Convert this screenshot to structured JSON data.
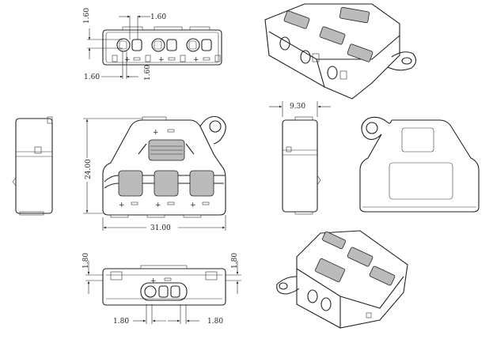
{
  "drawing": {
    "title": "Connector technical drawing",
    "dimensions": {
      "top_view_height": "1.60",
      "top_view_pitch": "1.60",
      "top_view_left": "1.60",
      "top_view_vertical": "1.60",
      "side_depth": "9.30",
      "front_height": "24.00",
      "front_width": "31.00",
      "bottom_left_vertical": "1.80",
      "bottom_right_vertical": "1.80",
      "bottom_left_horizontal": "1.80",
      "bottom_right_horizontal": "1.80"
    },
    "polarity": {
      "plus": "+",
      "minus": "−"
    }
  }
}
